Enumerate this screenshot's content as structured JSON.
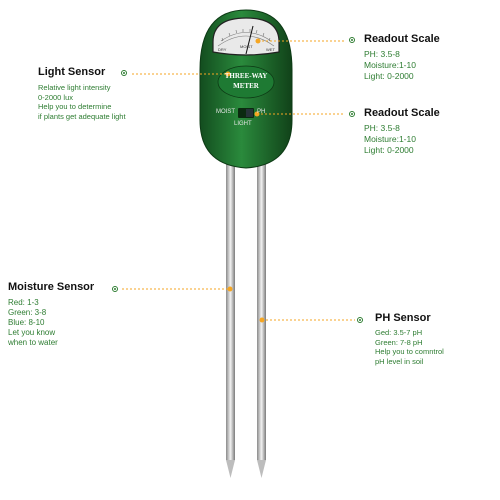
{
  "meter": {
    "face_label_top": "THREE-WAY",
    "face_label_bottom": "METER",
    "switch_left": "MOIST",
    "switch_right": "PH",
    "switch_bottom": "LIGHT",
    "dial_label_left": "DRY",
    "dial_label_mid": "MOIST",
    "dial_label_right": "WET"
  },
  "callouts": {
    "readout_top": {
      "title": "Readout Scale",
      "lines": [
        "PH: 3.5-8",
        "Moisture:1-10",
        "Light: 0-2000"
      ]
    },
    "readout_mid": {
      "title": "Readout Scale",
      "lines": [
        "PH: 3.5-8",
        "Moisture:1-10",
        "Light: 0-2000"
      ]
    },
    "light_sensor": {
      "title": "Light Sensor",
      "lines": [
        "Relative light intensity",
        "0-2000 lux",
        "Help you to determine",
        "if plants get adequate light"
      ]
    },
    "moisture_sensor": {
      "title": "Moisture Sensor",
      "lines": [
        "Red: 1-3",
        "Green: 3-8",
        "Blue: 8-10",
        "Let you know",
        "when to water"
      ]
    },
    "ph_sensor": {
      "title": "PH Sensor",
      "lines": [
        "Ged: 3.5-7 pH",
        "Green: 7-8 pH",
        "Help you to comntrol",
        "pH level in soil"
      ]
    }
  },
  "colors": {
    "accent_green": "#2e7d32",
    "leader_orange": "#f5a623",
    "meter_body": "#1f6b2e"
  }
}
